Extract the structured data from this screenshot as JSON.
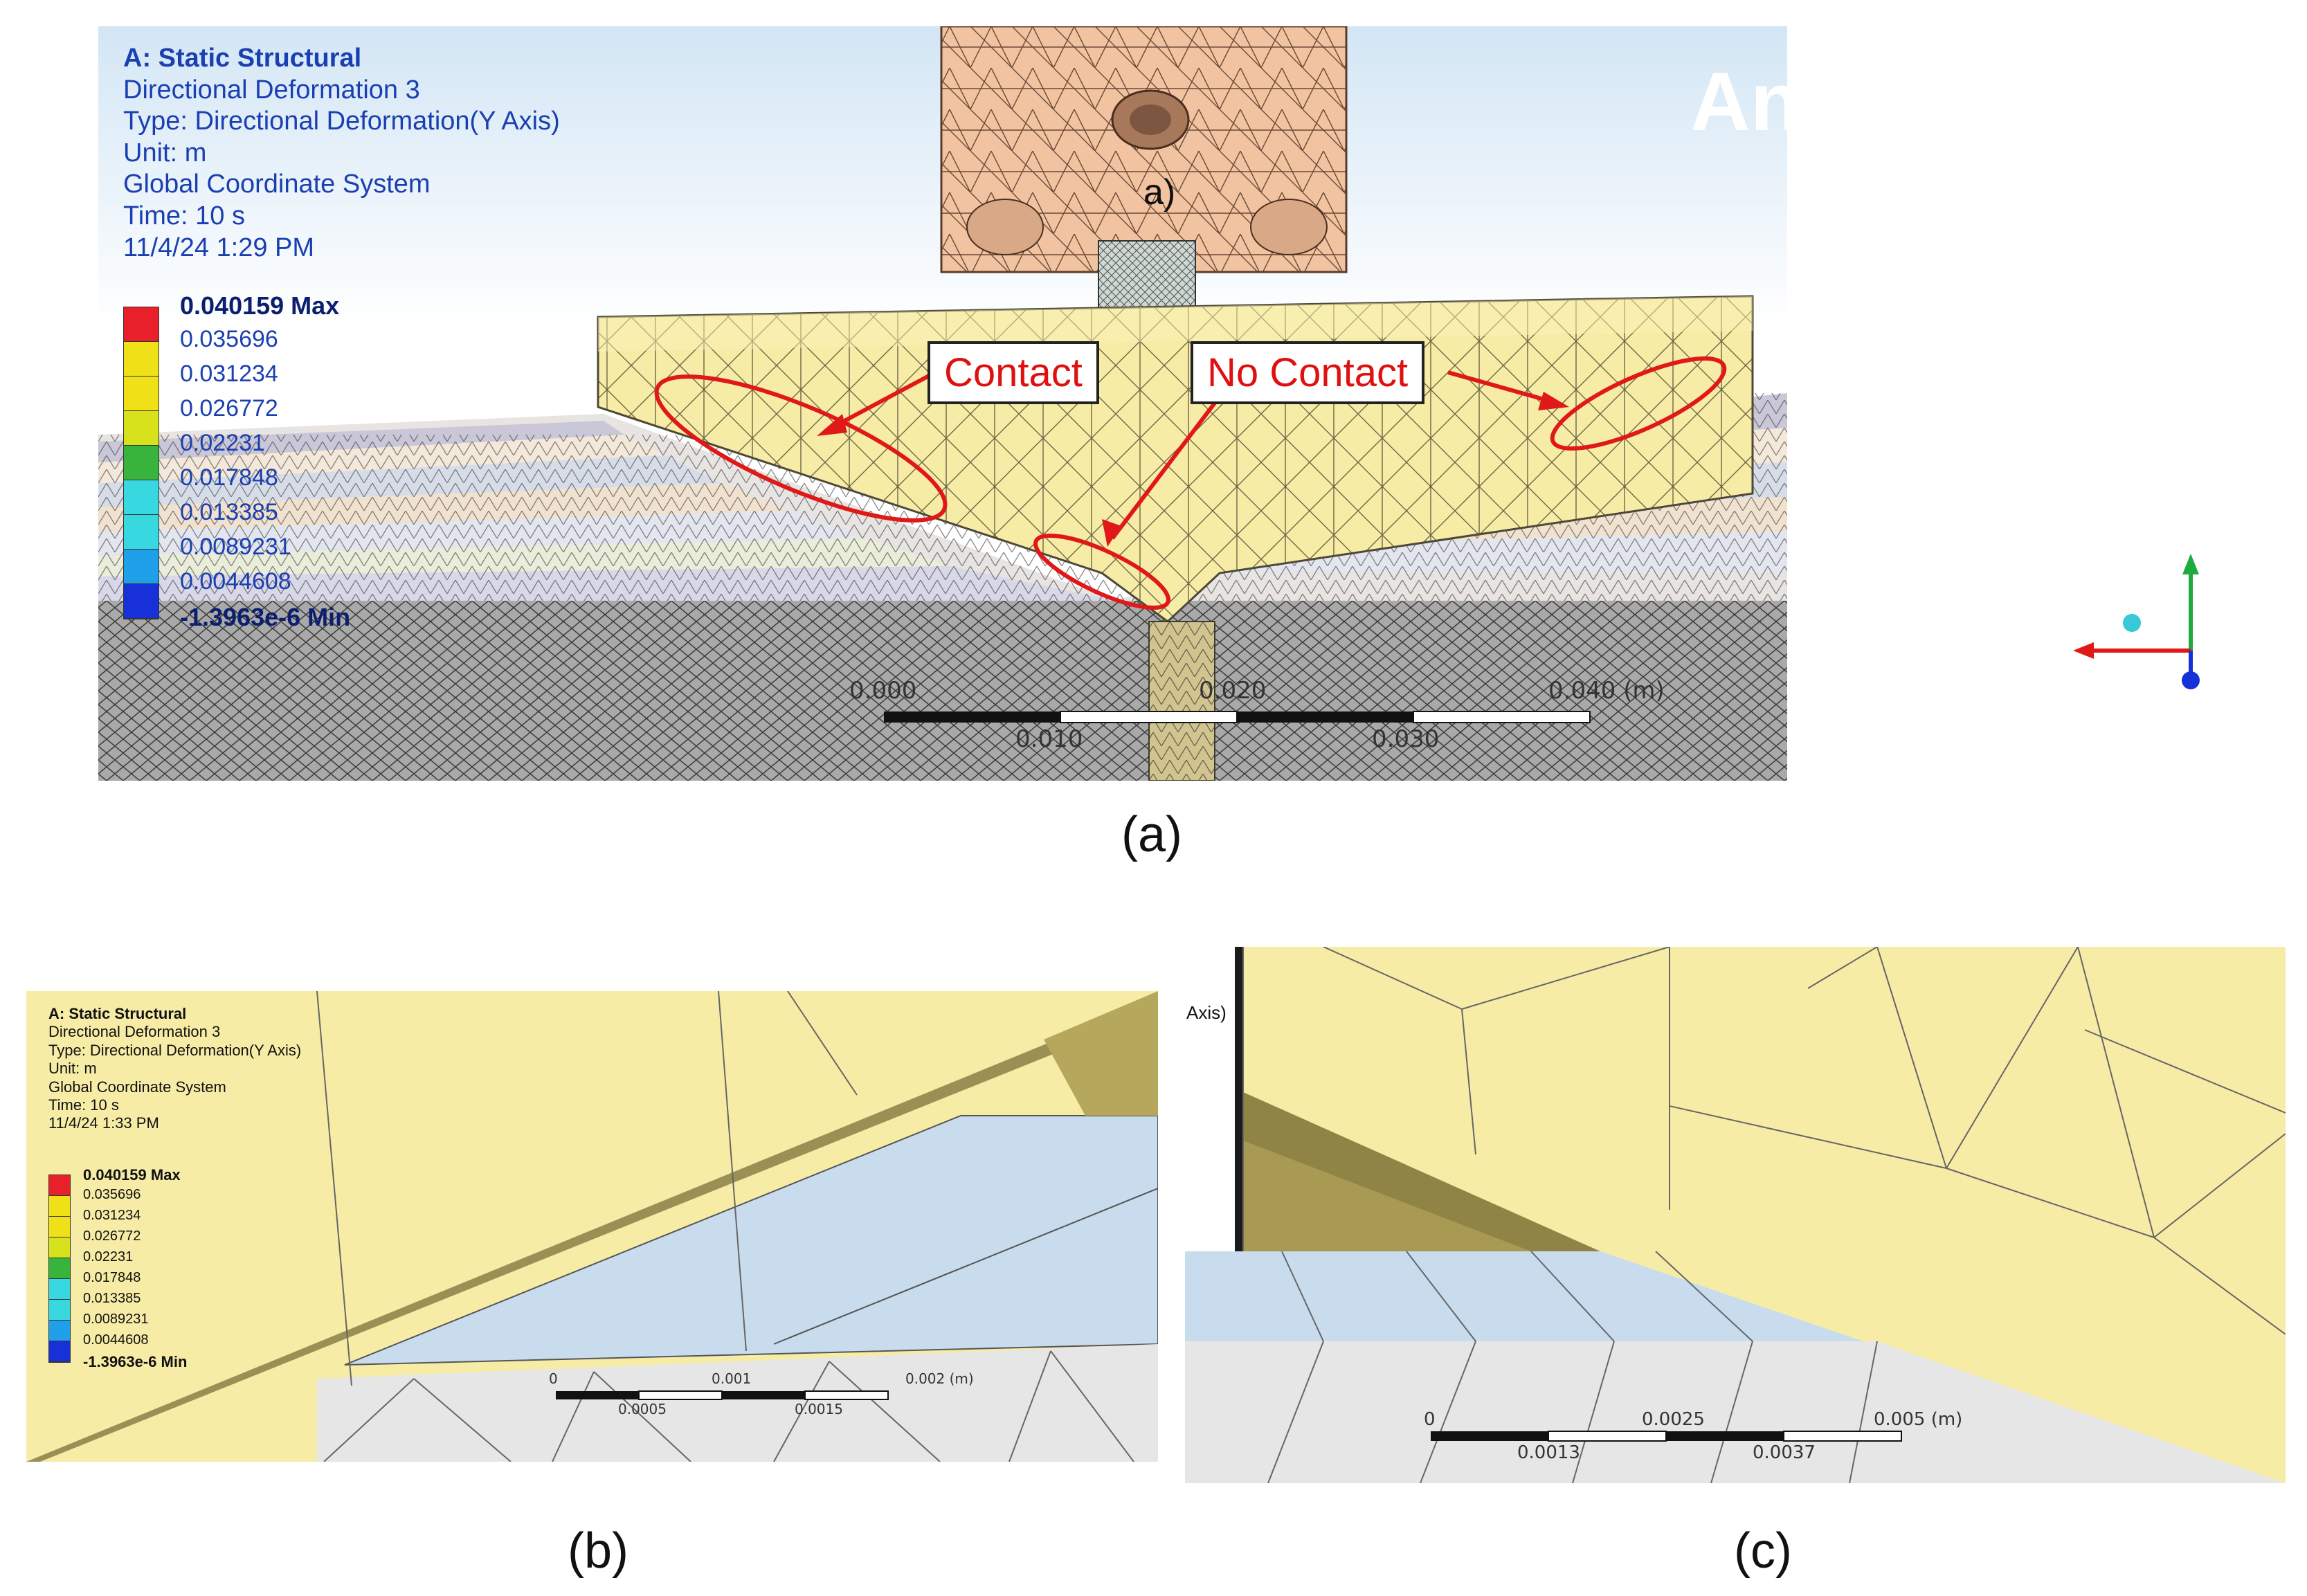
{
  "panels": {
    "a": {
      "info": {
        "title": "A: Static Structural",
        "result": "Directional Deformation 3",
        "type": "Type: Directional Deformation(Y Axis)",
        "unit": "Unit: m",
        "coords": "Global Coordinate System",
        "time": "Time: 10 s",
        "timestamp": "11/4/24 1:29 PM"
      },
      "inner_label": "a)",
      "brand": "An",
      "scale": {
        "t0": "0.000",
        "t1": "0.010",
        "t2": "0.020",
        "t3": "0.030",
        "t4": "0.040 (m)"
      },
      "callouts": {
        "contact": "Contact",
        "no_contact": "No Contact"
      }
    },
    "b": {
      "info": {
        "title": "A: Static Structural",
        "result": "Directional Deformation 3",
        "type": "Type: Directional Deformation(Y Axis)",
        "unit": "Unit: m",
        "coords": "Global Coordinate System",
        "time": "Time: 10 s",
        "timestamp": "11/4/24 1:33 PM"
      },
      "scale": {
        "t0": "0",
        "t1": "0.0005",
        "t2": "0.001",
        "t3": "0.0015",
        "t4": "0.002 (m)"
      }
    },
    "c": {
      "edge_text": "Axis)",
      "scale": {
        "t0": "0",
        "t1": "0.0013",
        "t2": "0.0025",
        "t3": "0.0037",
        "t4": "0.005 (m)"
      }
    }
  },
  "legend": {
    "max": "0.040159 Max",
    "v1": "0.035696",
    "v2": "0.031234",
    "v3": "0.026772",
    "v4": "0.02231",
    "v5": "0.017848",
    "v6": "0.013385",
    "v7": "0.0089231",
    "v8": "0.0044608",
    "min": "-1.3963e-6 Min",
    "colors": [
      "#e8202a",
      "#f0e018",
      "#f0e018",
      "#d8e21c",
      "#38b43c",
      "#38d8e0",
      "#38d8e0",
      "#20a0e8",
      "#1830d8"
    ]
  },
  "captions": {
    "a": "(a)",
    "b": "(b)",
    "c": "(c)"
  }
}
